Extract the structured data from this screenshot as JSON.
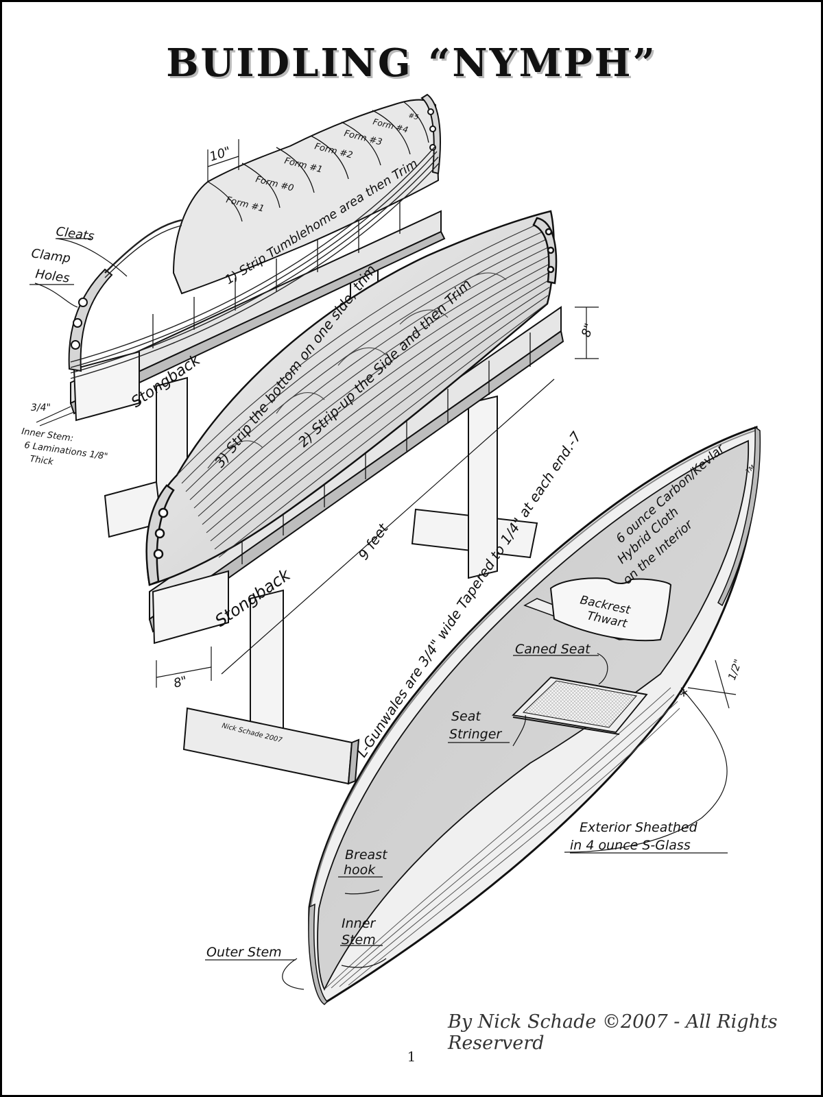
{
  "title": "BUIDLING “NYMPH”",
  "forms": {
    "f5": "#5",
    "f4": "Form #4",
    "f3": "Form #3",
    "f2": "Form #2",
    "f1b": "Form #1",
    "f0": "Form #0",
    "f1a": "Form #1"
  },
  "labels": {
    "ten_inch": "10\"",
    "cleats": "Cleats",
    "clamp": "Clamp",
    "holes": "Holes",
    "strip_tumblehome": "1) Strip Tumblehome area then Trim",
    "strongback1": "Stongback",
    "strongback2": "Stongback",
    "three_quarter": "3/4\"",
    "inner_stem_note_1": "Inner Stem:",
    "inner_stem_note_2": "6 Laminations 1/8\"",
    "inner_stem_note_3": "Thick",
    "strip_bottom": "3) Strip the bottom on one side, trim",
    "strip_side": "2) Strip-up the Side and then Trim",
    "eight_right": "8\"",
    "nine_feet": "9 feet",
    "eight_bottom": "8\"",
    "signature": "Nick Schade 2007",
    "gunwales": "L-Gunwales are 3/4\" wide Tapered to 1/4\" at each end.-7",
    "cloth_1": "6 ounce Carbon/Kevlar",
    "cloth_tm": "TM",
    "cloth_2": "Hybrid Cloth",
    "cloth_3": "on the Interior",
    "backrest_1": "Backrest",
    "backrest_2": "Thwart",
    "caned_seat": "Caned Seat",
    "half_inch": "1/2\"",
    "asterisk": "*",
    "seat_1": "Seat",
    "seat_2": "Stringer",
    "exterior_1": "Exterior Sheathed",
    "exterior_2": "in 4 ounce S-Glass",
    "breast_1": "Breast",
    "breast_2": "hook",
    "inner_stem_1": "Inner",
    "inner_stem_2": "Stem",
    "outer_stem": "Outer Stem"
  },
  "credit": "By Nick Schade ©2007 - All Rights Reserverd",
  "page_number": "1"
}
